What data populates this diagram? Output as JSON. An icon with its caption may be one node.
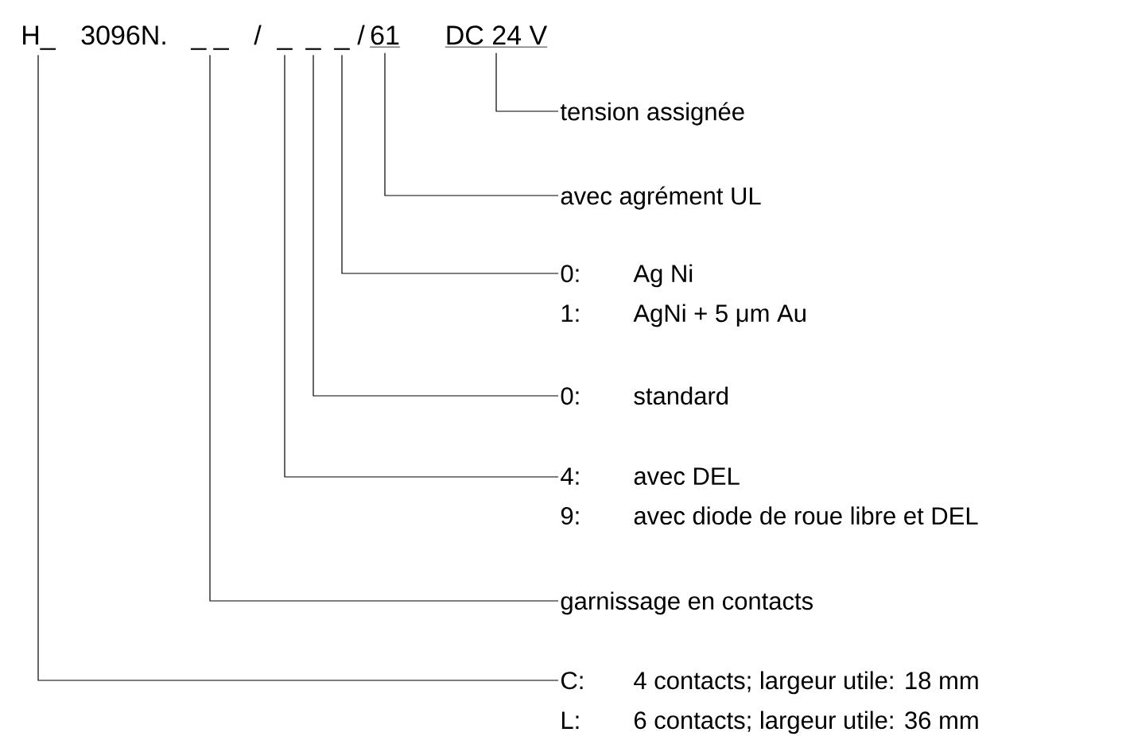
{
  "diagram": {
    "nodes": [
      {
        "text": [
          "H_"
        ]
      },
      {
        "text": [
          "_ _"
        ]
      },
      {
        "text": [
          "_"
        ]
      },
      {
        "text": [
          "_"
        ]
      },
      {
        "text": [
          "_"
        ]
      },
      {
        "text": [
          "61"
        ]
      },
      {
        "text": [
          "DC 24 V"
        ]
      },
      {
        "text": [
          "tension assignée"
        ]
      },
      {
        "text": [
          "avec agrément UL"
        ]
      },
      {
        "text": [
          "0:",
          "Ag Ni",
          "1:",
          "AgNi + 5 μm Au"
        ]
      },
      {
        "text": [
          "0:",
          "standard"
        ]
      },
      {
        "text": [
          "4:",
          "avec DEL",
          "9:",
          "avec diode de roue libre et DEL"
        ]
      },
      {
        "text": [
          "garnissage en contacts"
        ]
      },
      {
        "text": [
          "C:",
          "4 contacts;  largeur utile: 18 mm",
          "L:",
          "6 contacts;  largeur utile: 36 mm"
        ]
      }
    ],
    "edges": [
      {
        "from": 6,
        "to": 7,
        "arrow": "none"
      },
      {
        "from": 5,
        "to": 8,
        "arrow": "none"
      },
      {
        "from": 4,
        "to": 9,
        "arrow": "none"
      },
      {
        "from": 3,
        "to": 10,
        "arrow": "none"
      },
      {
        "from": 2,
        "to": 11,
        "arrow": "none"
      },
      {
        "from": 1,
        "to": 12,
        "arrow": "none"
      },
      {
        "from": 0,
        "to": 13,
        "arrow": "none"
      }
    ],
    "labels": [
      "3096N.",
      "/",
      "/"
    ]
  }
}
